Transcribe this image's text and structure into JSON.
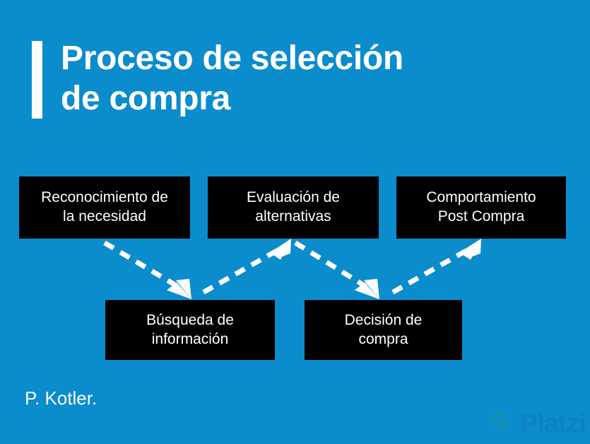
{
  "slide": {
    "background_color": "#0b8ccd",
    "title": "Proceso de selección\nde compra",
    "attribution": "P. Kotler."
  },
  "diagram": {
    "box_fill_color": "#000000",
    "box_text_color": "#ffffff",
    "arrow_color": "#ffffff",
    "boxes": [
      {
        "id": "reconocimiento",
        "label": "Reconocimiento de\nla necesidad",
        "row": "top",
        "order": 1
      },
      {
        "id": "busqueda",
        "label": "Búsqueda de\ninformación",
        "row": "bottom",
        "order": 2
      },
      {
        "id": "evaluacion",
        "label": "Evaluación de\nalternativas",
        "row": "top",
        "order": 3
      },
      {
        "id": "decision",
        "label": "Decisión de\ncompra",
        "row": "bottom",
        "order": 4
      },
      {
        "id": "post-compra",
        "label": "Comportamiento\nPost Compra",
        "row": "top",
        "order": 5
      }
    ],
    "connections": [
      {
        "from": "reconocimiento",
        "to": "busqueda",
        "style": "dashed",
        "direction": "down-right"
      },
      {
        "from": "busqueda",
        "to": "evaluacion",
        "style": "dashed",
        "direction": "up-right"
      },
      {
        "from": "evaluacion",
        "to": "decision",
        "style": "dashed",
        "direction": "down-right"
      },
      {
        "from": "decision",
        "to": "post-compra",
        "style": "dashed",
        "direction": "up-right"
      }
    ]
  },
  "watermark": {
    "text": "Platzi",
    "mark_color": "#3a9a4e",
    "text_color": "#0c5d87"
  }
}
